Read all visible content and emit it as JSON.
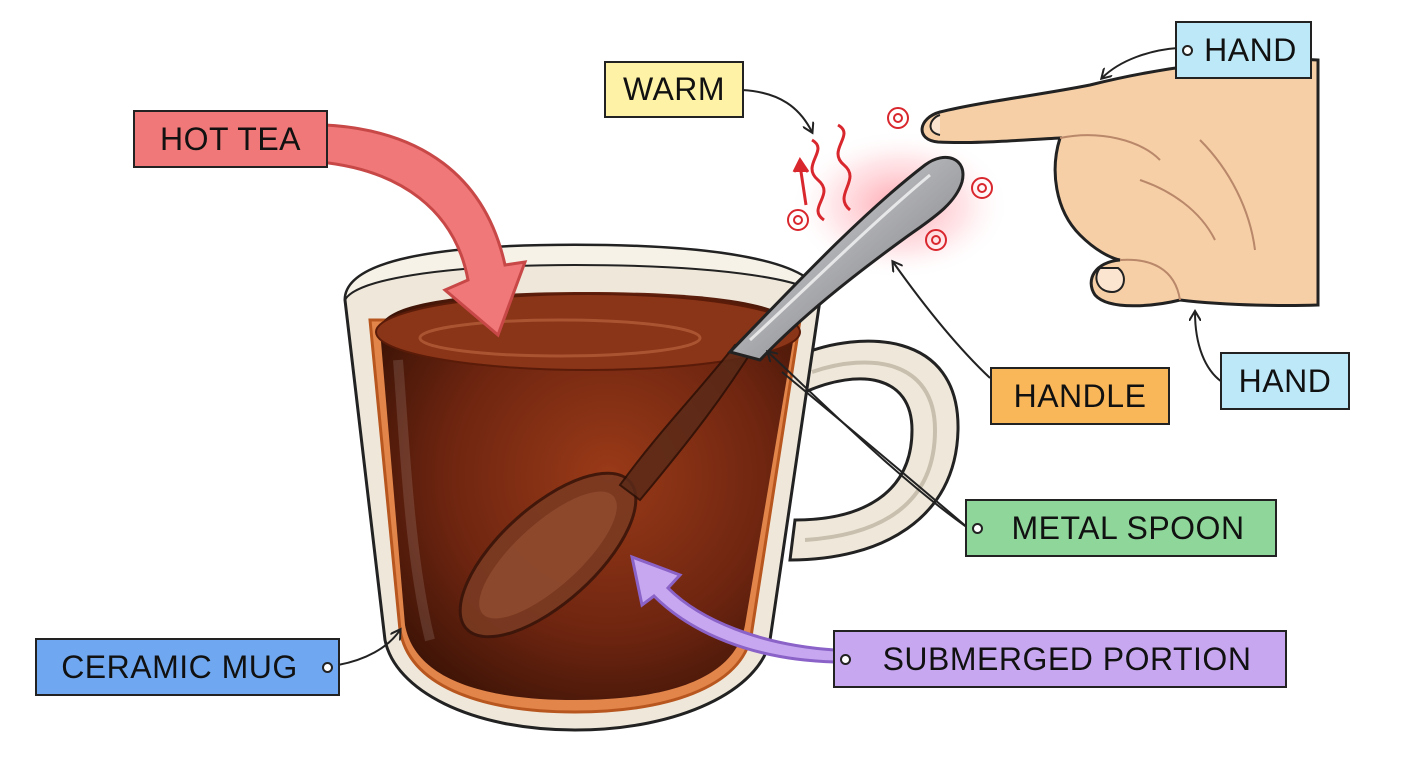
{
  "labels": {
    "hot_tea": "HOT TEA",
    "warm": "WARM",
    "hand_top": "HAND",
    "hand_bottom": "HAND",
    "handle": "HANDLE",
    "metal_spoon": "METAL SPOON",
    "submerged_portion": "SUBMERGED PORTION",
    "ceramic_mug": "CERAMIC MUG"
  },
  "colors": {
    "hot_tea": "#f07878",
    "warm": "#fdf2a6",
    "hand": "#bde8f7",
    "handle": "#f9b75a",
    "metal_spoon": "#8ed69a",
    "submerged_portion": "#c7a8f0",
    "ceramic_mug": "#6fa8f0",
    "tea": "#6e2510",
    "mug": "#efe8da",
    "skin": "#f6cfa6",
    "heat": "#d9272e"
  }
}
